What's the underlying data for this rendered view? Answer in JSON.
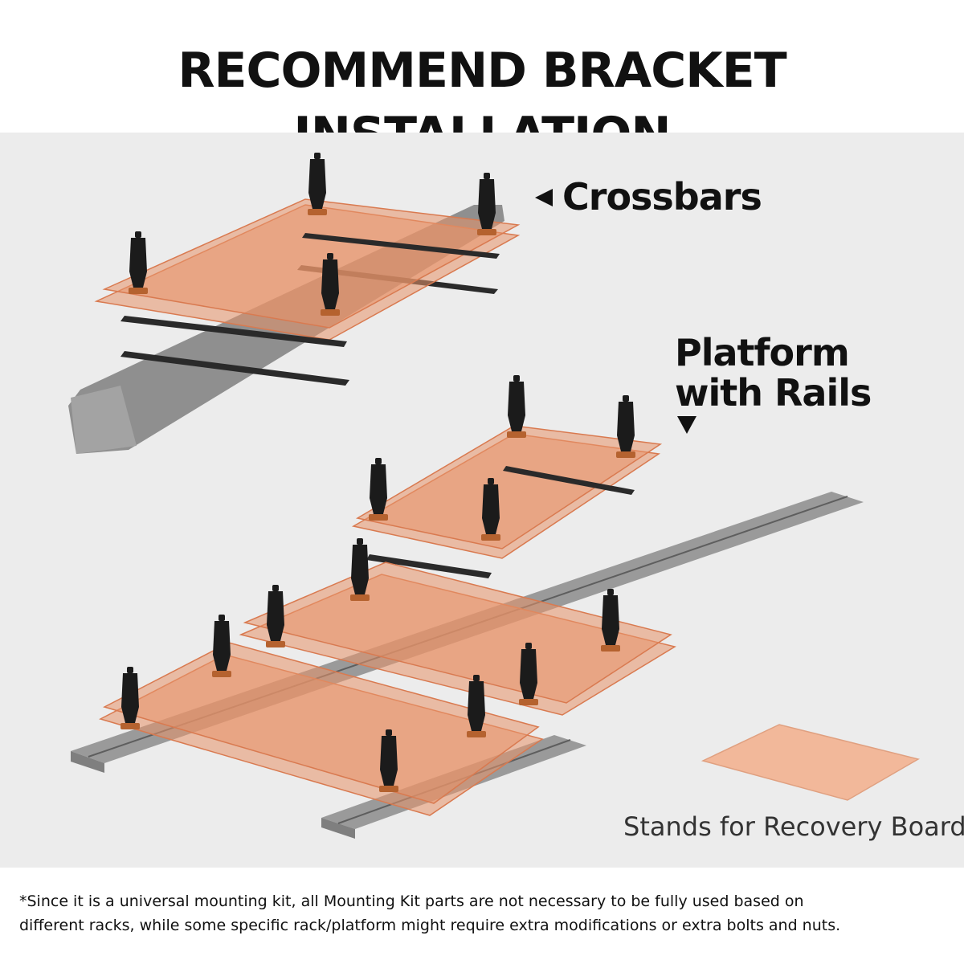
{
  "header": {
    "title": "RECOMMEND BRACKET INSTALLATION"
  },
  "labels": {
    "crossbars": "Crossbars",
    "platform_line1": "Platform",
    "platform_line2": "with Rails",
    "stands": "Stands for Recovery Board"
  },
  "footer": {
    "note_line1": "*Since it is a universal mounting kit, all Mounting Kit parts are not necessary to be fully used based on",
    "note_line2": "different racks, while some specific rack/platform might require extra modifications or extra bolts and nuts."
  },
  "colors": {
    "board": "#e8946a",
    "board_edge": "#d97a50",
    "rail": "#9a9a9a",
    "post": "#1b1b1b",
    "background": "#ececec"
  }
}
